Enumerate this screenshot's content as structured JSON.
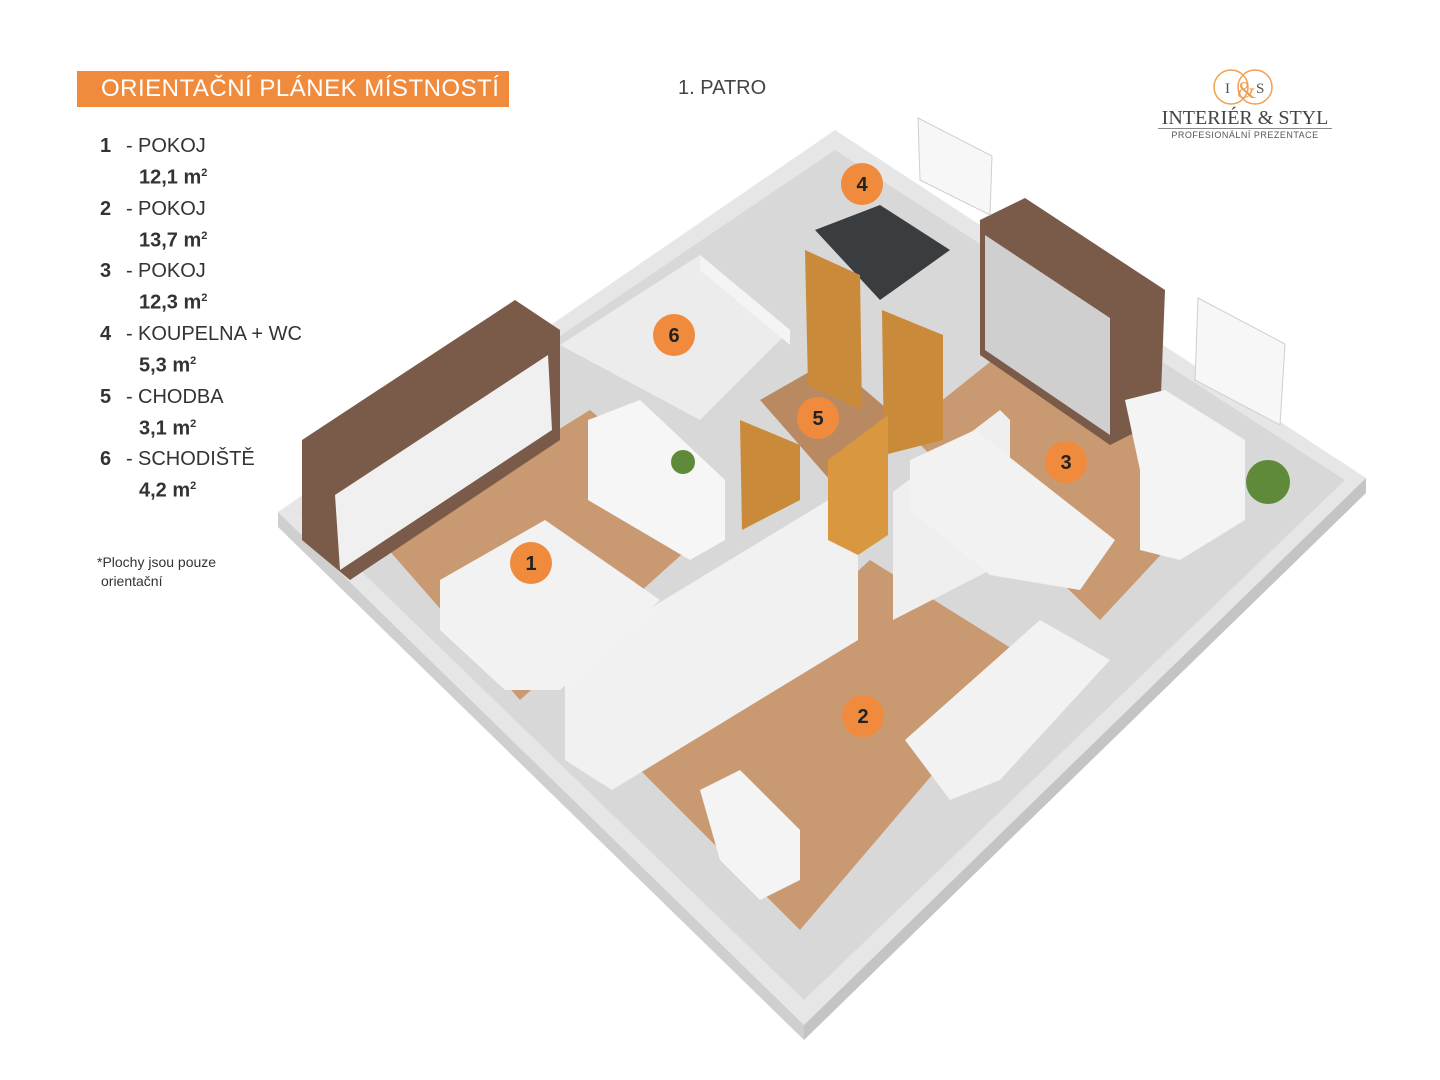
{
  "title": "ORIENTAČNÍ PLÁNEK MÍSTNOSTÍ",
  "floor": "1. PATRO",
  "logo": {
    "monogram_left": "I",
    "monogram_middle": "&",
    "monogram_right": "S",
    "name": "INTERIÉR & STYL",
    "tagline": "PROFESIONÁLNÍ PREZENTACE"
  },
  "legend": [
    {
      "num": "1",
      "name": "POKOJ",
      "area": "12,1 m",
      "unit_exp": "2"
    },
    {
      "num": "2",
      "name": "POKOJ",
      "area": "13,7 m",
      "unit_exp": "2"
    },
    {
      "num": "3",
      "name": "POKOJ",
      "area": "12,3 m",
      "unit_exp": "2"
    },
    {
      "num": "4",
      "name": "KOUPELNA + WC",
      "area": "5,3 m",
      "unit_exp": "2"
    },
    {
      "num": "5",
      "name": "CHODBA",
      "area": "3,1 m",
      "unit_exp": "2"
    },
    {
      "num": "6",
      "name": "SCHODIŠTĚ",
      "area": "4,2 m",
      "unit_exp": "2"
    }
  ],
  "legend_dash": "-",
  "note": {
    "line1": "*Plochy jsou pouze",
    "line2": "orientační"
  },
  "markers": [
    "1",
    "2",
    "3",
    "4",
    "5",
    "6"
  ],
  "colors": {
    "accent": "#f08a3c",
    "wall": "#d9d9d9",
    "floor_wood": "#c99a72",
    "door": "#c98a3a",
    "wardrobe": "#7a5a48"
  }
}
